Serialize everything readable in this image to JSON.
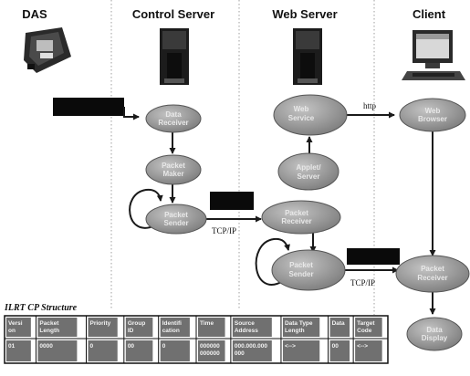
{
  "columns": [
    {
      "title": "DAS",
      "icon": "das-device-icon"
    },
    {
      "title": "Control Server",
      "icon": "server-tower-icon"
    },
    {
      "title": "Web Server",
      "icon": "server-tower-icon"
    },
    {
      "title": "Client",
      "icon": "desktop-computer-icon"
    }
  ],
  "nodes": {
    "data_receiver": [
      "Data",
      "Receiver"
    ],
    "packet_maker": [
      "Packet",
      "Maker"
    ],
    "packet_sender_cs": [
      "Packet",
      "Sender"
    ],
    "web_service": [
      "Web",
      "Service"
    ],
    "applet_server": [
      "Applet/",
      "Server"
    ],
    "packet_receiver_ws": [
      "Packet",
      "Receiver"
    ],
    "packet_sender_ws": [
      "Packet",
      "Sender"
    ],
    "web_browser": [
      "Web",
      "Browser"
    ],
    "packet_receiver_cl": [
      "Packet",
      "Receiver"
    ],
    "data_display": [
      "Data",
      "Display"
    ]
  },
  "edges": {
    "http": "http",
    "tcpip_1": "TCP/IP",
    "tcpip_2": "TCP/IP"
  },
  "structure": {
    "title": "ILRT CP Structure",
    "headers": [
      [
        "Versi",
        "on"
      ],
      [
        "Packet",
        "Length"
      ],
      [
        "Priority",
        ""
      ],
      [
        "Group",
        "ID"
      ],
      [
        "Identifi",
        "cation"
      ],
      [
        "Time",
        ""
      ],
      [
        "Source",
        "Address"
      ],
      [
        "Data Type",
        "Length"
      ],
      [
        "Data",
        ""
      ],
      [
        "Target",
        "Code"
      ]
    ],
    "values": [
      [
        "01",
        ""
      ],
      [
        "0000",
        ""
      ],
      [
        "0",
        ""
      ],
      [
        "00",
        ""
      ],
      [
        "0",
        ""
      ],
      [
        "000000",
        "000000"
      ],
      [
        "000.000.000",
        "000"
      ],
      [
        "<-->",
        ""
      ],
      [
        "00",
        ""
      ],
      [
        "<-->",
        ""
      ]
    ]
  },
  "colors": {
    "node_fill": "#9a9a9a",
    "node_stroke": "#555555",
    "arrow": "#1a1a1a",
    "packet_box": "#0a0a0a",
    "table_cell": "#707070"
  }
}
